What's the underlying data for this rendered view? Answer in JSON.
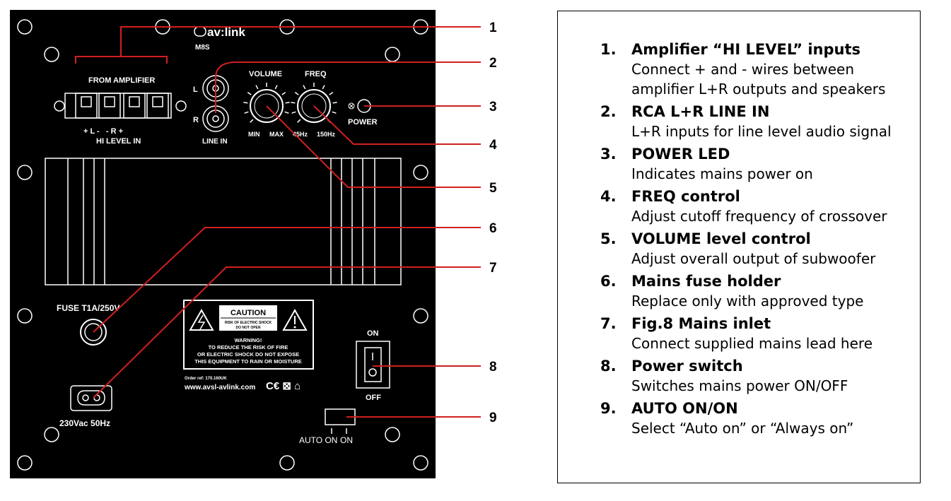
{
  "panel": {
    "brand": "av:link",
    "model": "M8S",
    "from_amplifier": "FROM AMPLIFIER",
    "terminal_signs": "+ L -   - R +",
    "hi_level_in": "HI LEVEL IN",
    "rca_l": "L",
    "rca_r": "R",
    "line_in": "LINE IN",
    "volume": "VOLUME",
    "freq": "FREQ",
    "vol_min": "MIN",
    "vol_max": "MAX",
    "freq_low": "45Hz",
    "freq_high": "150Hz",
    "power": "POWER",
    "fuse": "FUSE T1A/250V",
    "mains": "230Vac 50Hz",
    "caution": "CAUTION",
    "caution_sub1": "RISK OF ELECTRIC SHOCK",
    "caution_sub2": "DO NOT OPEN",
    "warning_1": "WARNING!",
    "warning_2": "TO REDUCE THE RISK OF FIRE",
    "warning_3": "OR ELECTRIC SHOCK DO NOT EXPOSE",
    "warning_4": "THIS EQUIPMENT TO RAIN OR MOISTURE",
    "order_ref": "Order ref: 170.160UK",
    "website": "www.avsl-avlink.com",
    "marks": "C€ ⊠ ⌂",
    "switch_on": "ON",
    "switch_off": "OFF",
    "auto_on": "AUTO ON",
    "on": "ON"
  },
  "callouts": [
    "1",
    "2",
    "3",
    "4",
    "5",
    "6",
    "7",
    "8",
    "9"
  ],
  "colors": {
    "panel": "#000000",
    "leader": "#d21f1f",
    "legend_border": "#000000"
  },
  "legend": [
    {
      "num": "1.",
      "title": "Amplifier “HI LEVEL” inputs",
      "desc": [
        "Connect + and - wires between",
        "amplifier L+R outputs and speakers"
      ]
    },
    {
      "num": "2.",
      "title": "RCA L+R LINE IN",
      "desc": [
        "L+R inputs for line level audio signal"
      ]
    },
    {
      "num": "3.",
      "title": "POWER LED",
      "desc": [
        "Indicates mains power on"
      ]
    },
    {
      "num": "4.",
      "title": "FREQ control",
      "desc": [
        "Adjust cutoff frequency of crossover"
      ]
    },
    {
      "num": "5.",
      "title": "VOLUME level control",
      "desc": [
        "Adjust overall output of subwoofer"
      ]
    },
    {
      "num": "6.",
      "title": "Mains fuse holder",
      "desc": [
        "Replace only with approved type"
      ]
    },
    {
      "num": "7.",
      "title": "Fig.8 Mains inlet",
      "desc": [
        "Connect supplied mains lead here"
      ]
    },
    {
      "num": "8.",
      "title": "Power switch",
      "desc": [
        "Switches mains power ON/OFF"
      ]
    },
    {
      "num": "9.",
      "title": "AUTO ON/ON",
      "desc": [
        "Select “Auto on” or “Always on”"
      ]
    }
  ]
}
